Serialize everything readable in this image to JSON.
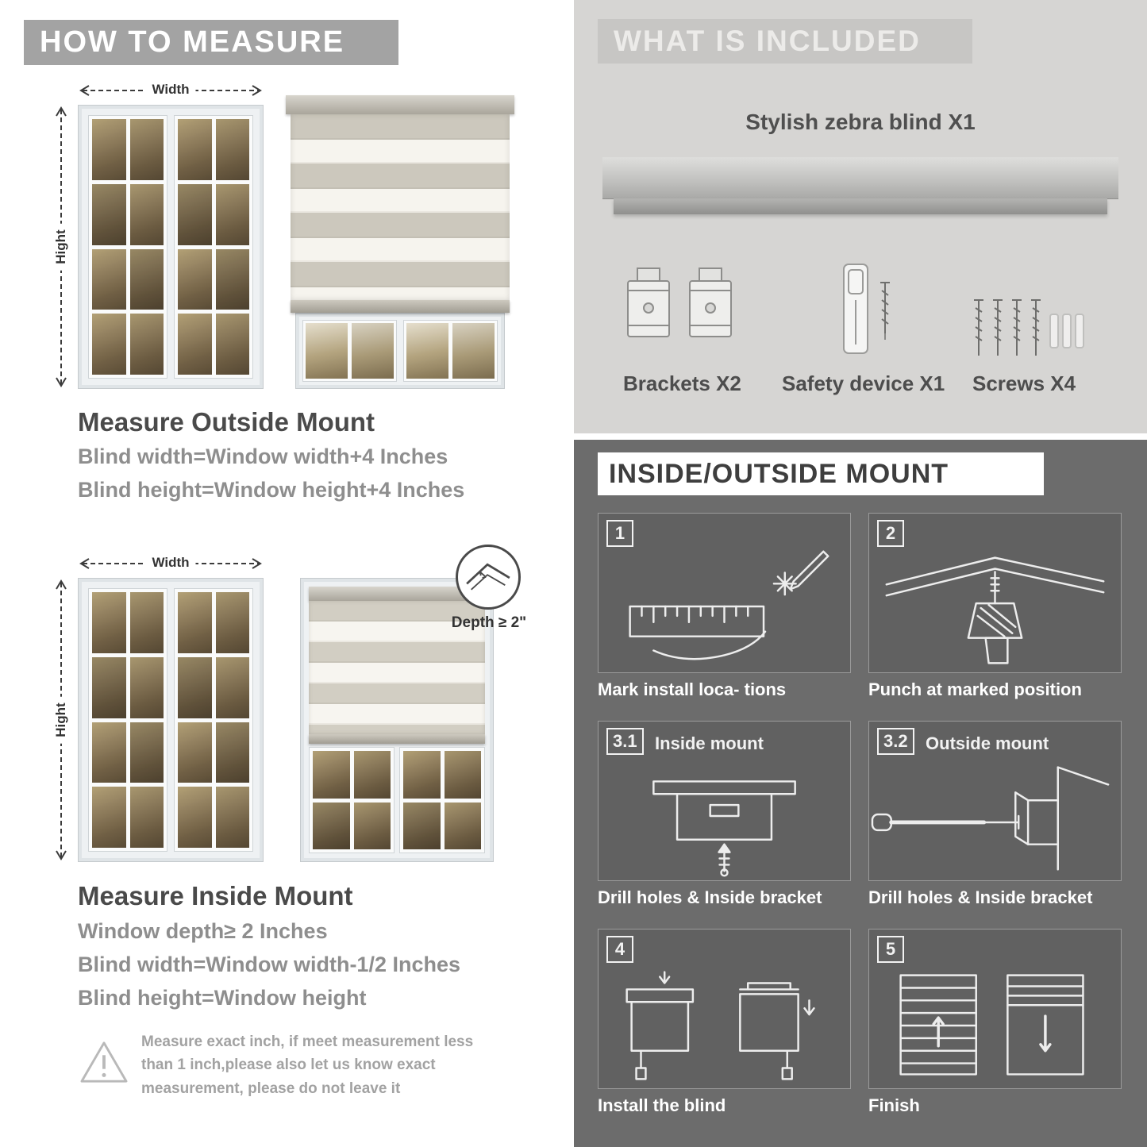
{
  "palette": {
    "left_banner": "#a3a3a3",
    "included_bg": "#d6d5d3",
    "mount_bg": "#6c6c6c"
  },
  "left": {
    "header": "HOW TO MEASURE",
    "outside": {
      "width_label": "Width",
      "height_label": "Hight",
      "title": "Measure Outside Mount",
      "line1": "Blind width=Window width+4 Inches",
      "line2": "Blind height=Window height+4 Inches"
    },
    "inside": {
      "width_label": "Width",
      "height_label": "Hight",
      "depth_label": "Depth ≥ 2\"",
      "title": "Measure Inside Mount",
      "line1": "Window depth≥ 2 Inches",
      "line2": "Blind width=Window width-1/2 Inches",
      "line3": "Blind height=Window height"
    },
    "note": "Measure exact inch, if meet measurement less than 1 inch,please also let us know exact measurement, please do not leave it"
  },
  "right": {
    "included": {
      "header": "WHAT IS INCLUDED",
      "product": "Stylish zebra blind X1",
      "items": [
        {
          "label": "Brackets X2"
        },
        {
          "label": "Safety device X1"
        },
        {
          "label": "Screws X4"
        }
      ]
    },
    "mount": {
      "header": "INSIDE/OUTSIDE MOUNT",
      "steps": [
        {
          "num": "1",
          "title": "",
          "caption": "Mark install loca- tions"
        },
        {
          "num": "2",
          "title": "",
          "caption": "Punch at  marked position"
        },
        {
          "num": "3.1",
          "title": "Inside mount",
          "caption": "Drill holes &  Inside bracket"
        },
        {
          "num": "3.2",
          "title": "Outside mount",
          "caption": "Drill holes &  Inside bracket"
        },
        {
          "num": "4",
          "title": "",
          "caption": "Install the blind"
        },
        {
          "num": "5",
          "title": "",
          "caption": "Finish"
        }
      ]
    }
  }
}
